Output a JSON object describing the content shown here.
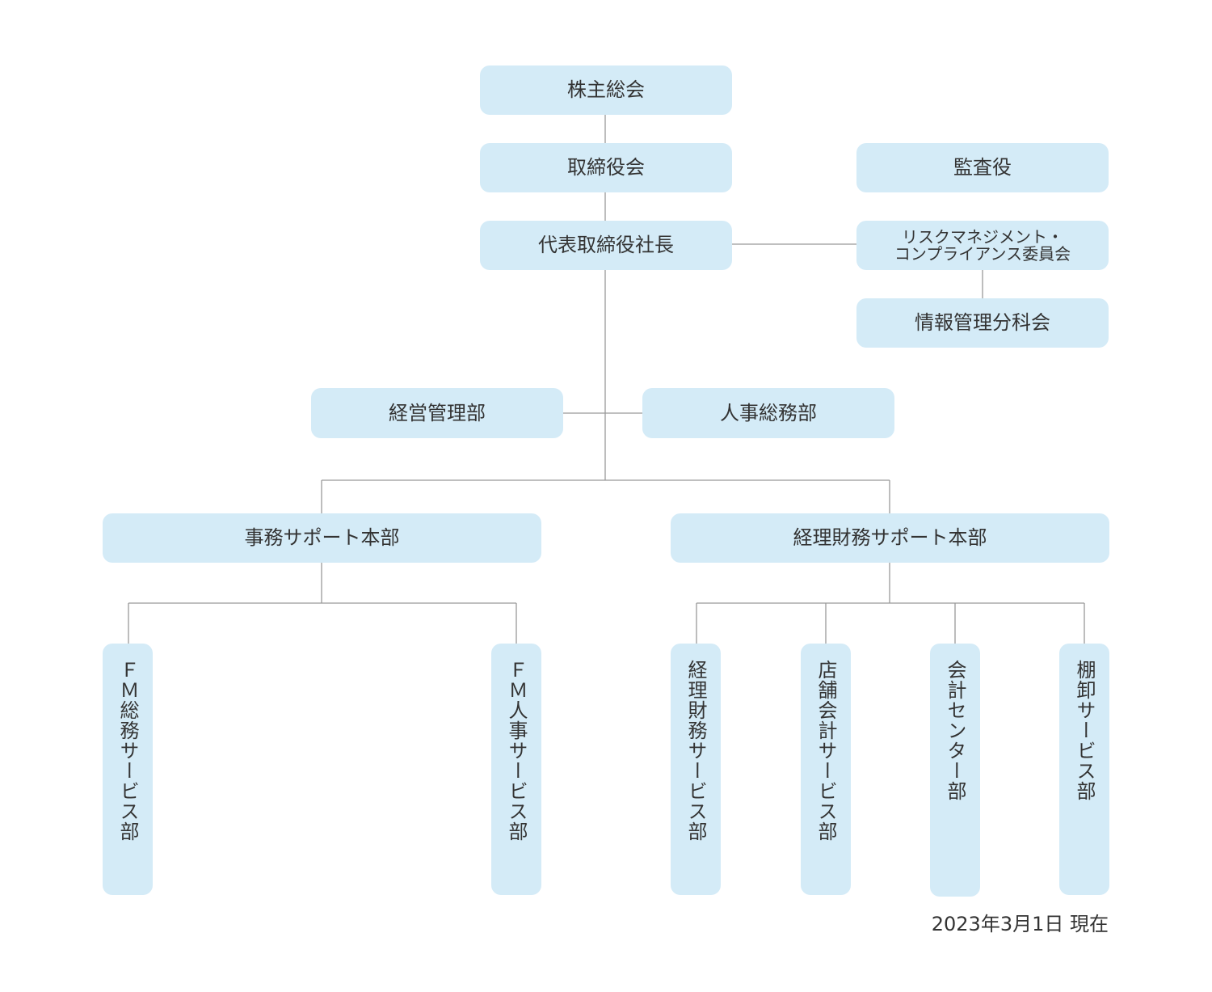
{
  "colors": {
    "box_fill": "#d4ebf7",
    "line": "#999999",
    "text": "#333333"
  },
  "nodes": {
    "shareholders": "株主総会",
    "board": "取締役会",
    "auditor": "監査役",
    "president": "代表取締役社長",
    "risk_committee_line1": "リスクマネジメント・",
    "risk_committee_line2": "コンプライアンス委員会",
    "info_subcommittee": "情報管理分科会",
    "management_dept": "経営管理部",
    "hr_general_dept": "人事総務部",
    "admin_support_hq": "事務サポート本部",
    "accounting_support_hq": "経理財務サポート本部",
    "fm_general_service": "ＦＭ総務サービス部",
    "fm_hr_service": "ＦＭ人事サービス部",
    "accounting_finance_service": "経理財務サービス部",
    "store_accounting_service": "店舗会計サービス部",
    "accounting_center": "会計センター部",
    "inventory_service": "棚卸サービス部"
  },
  "as_of": "2023年3月1日 現在"
}
